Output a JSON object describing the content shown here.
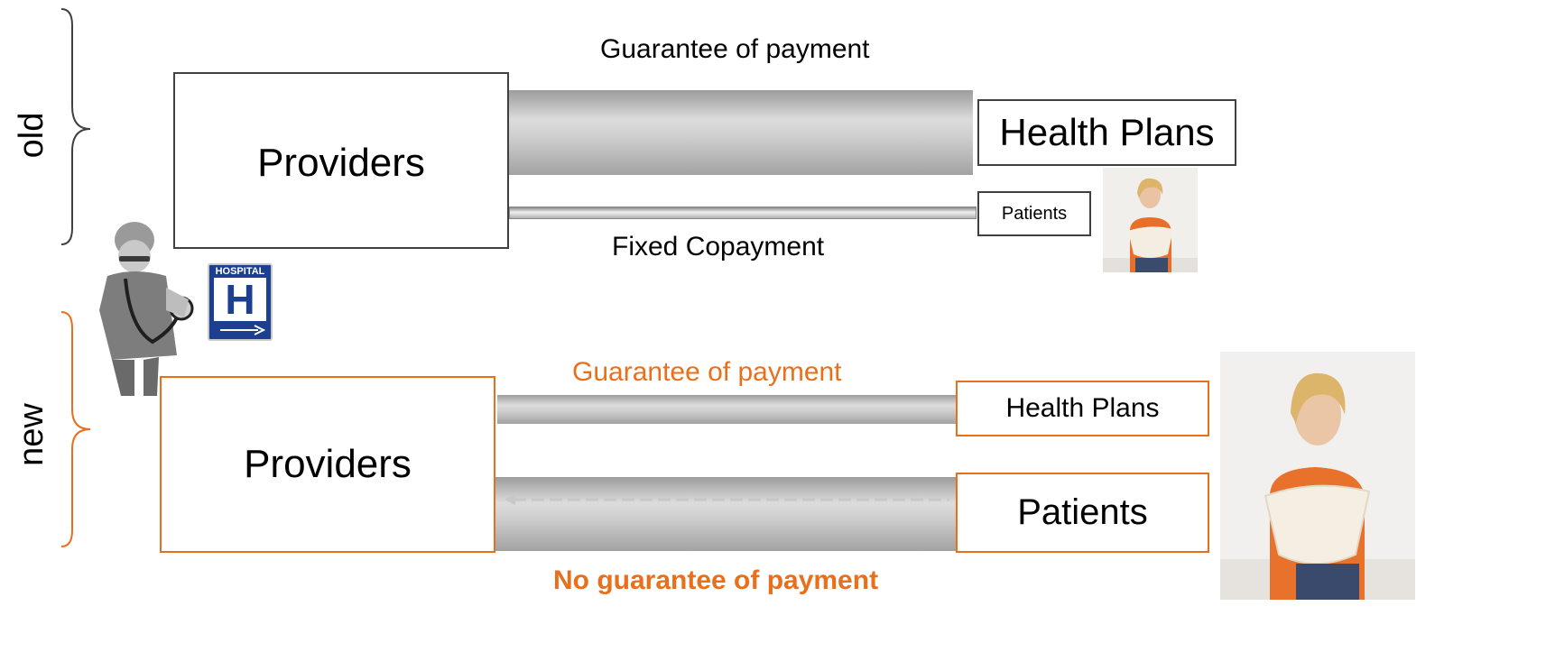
{
  "old_section": {
    "side_label": "old",
    "providers_label": "Providers",
    "health_plans_label": "Health Plans",
    "patients_label": "Patients",
    "top_bar_caption": "Guarantee of payment",
    "bottom_bar_caption": "Fixed Copayment"
  },
  "new_section": {
    "side_label": "new",
    "providers_label": "Providers",
    "health_plans_label": "Health Plans",
    "patients_label": "Patients",
    "top_bar_caption": "Guarantee of payment",
    "bottom_bar_caption": "No guarantee of payment"
  },
  "hospital_sign": {
    "text": "HOSPITAL",
    "letter": "H"
  },
  "colors": {
    "accent": "#e8701d",
    "box_border": "#404040",
    "sign_blue": "#1c3f8f"
  }
}
